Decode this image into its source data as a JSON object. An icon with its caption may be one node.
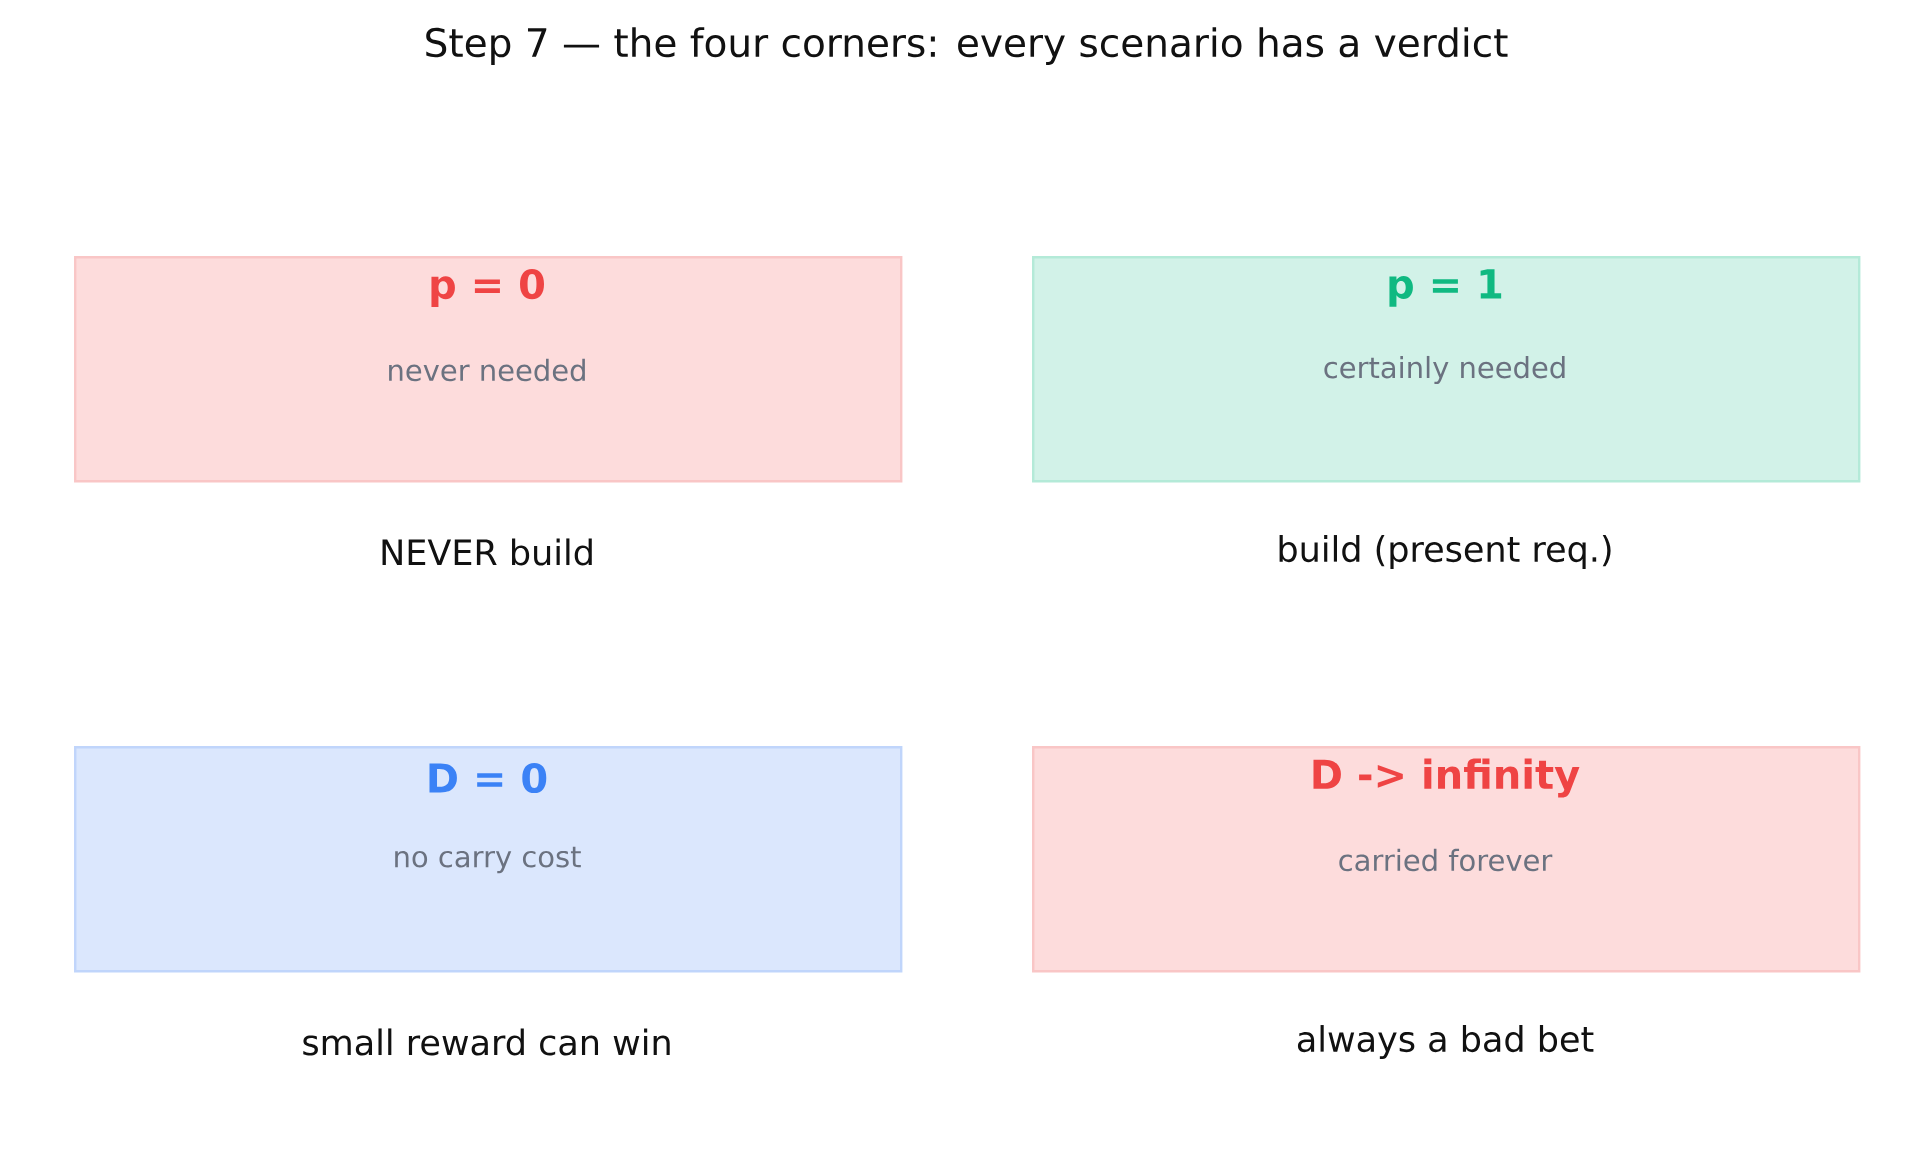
{
  "diagram": {
    "title": "Step 7 — the four corners: every scenario has a verdict",
    "nodes": [
      {
        "text": [
          "p = 0",
          "never needed"
        ],
        "beside": [
          "NEVER build"
        ]
      },
      {
        "text": [
          "p = 1",
          "certainly needed"
        ],
        "beside": [
          "build (present req.)"
        ]
      },
      {
        "text": [
          "D = 0",
          "no carry cost"
        ],
        "beside": [
          "small reward can win"
        ]
      },
      {
        "text": [
          "D -> infinity",
          "carried forever"
        ],
        "beside": [
          "always a bad bet"
        ]
      }
    ]
  }
}
